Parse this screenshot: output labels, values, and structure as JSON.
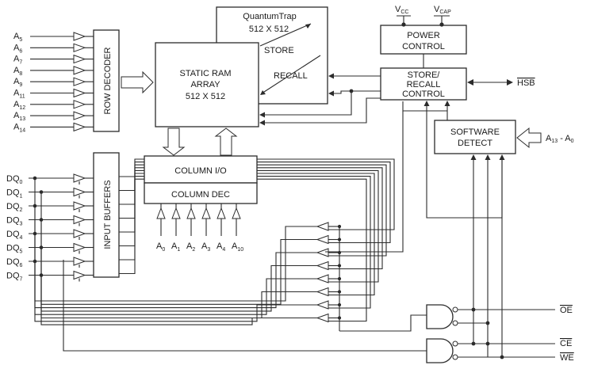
{
  "blocks": {
    "row_decoder": "ROW DECODER",
    "sram_line1": "STATIC RAM",
    "sram_line2": "ARRAY",
    "sram_line3": "512 X 512",
    "qt_line1": "QuantumTrap",
    "qt_line2": "512 X 512",
    "store": "STORE",
    "recall": "RECALL",
    "power_line1": "POWER",
    "power_line2": "CONTROL",
    "src_line1": "STORE/",
    "src_line2": "RECALL",
    "src_line3": "CONTROL",
    "sw_line1": "SOFTWARE",
    "sw_line2": "DETECT",
    "column_io": "COLUMN I/O",
    "column_dec": "COLUMN DEC",
    "input_buffers": "INPUT BUFFERS"
  },
  "supplies": {
    "vcc": "V",
    "vcc_sub": "CC",
    "vcap": "V",
    "vcap_sub": "CAP"
  },
  "signals": {
    "hsb": "HSB",
    "sw_addr_a": "A",
    "sw_addr_a_sub": "13",
    "sw_addr_sep": " - A",
    "sw_addr_b_sub": "0",
    "oe": "OE",
    "ce": "CE",
    "we": "WE"
  },
  "row_addresses": [
    {
      "base": "A",
      "sub": "5"
    },
    {
      "base": "A",
      "sub": "6"
    },
    {
      "base": "A",
      "sub": "7"
    },
    {
      "base": "A",
      "sub": "8"
    },
    {
      "base": "A",
      "sub": "9"
    },
    {
      "base": "A",
      "sub": "11"
    },
    {
      "base": "A",
      "sub": "12"
    },
    {
      "base": "A",
      "sub": "13"
    },
    {
      "base": "A",
      "sub": "14"
    }
  ],
  "data_lines": [
    {
      "base": "DQ",
      "sub": "0"
    },
    {
      "base": "DQ",
      "sub": "1"
    },
    {
      "base": "DQ",
      "sub": "2"
    },
    {
      "base": "DQ",
      "sub": "3"
    },
    {
      "base": "DQ",
      "sub": "4"
    },
    {
      "base": "DQ",
      "sub": "5"
    },
    {
      "base": "DQ",
      "sub": "6"
    },
    {
      "base": "DQ",
      "sub": "7"
    }
  ],
  "column_addresses": [
    {
      "base": "A",
      "sub": "0"
    },
    {
      "base": "A",
      "sub": "1"
    },
    {
      "base": "A",
      "sub": "2"
    },
    {
      "base": "A",
      "sub": "3"
    },
    {
      "base": "A",
      "sub": "4"
    },
    {
      "base": "A",
      "sub": "10"
    }
  ]
}
